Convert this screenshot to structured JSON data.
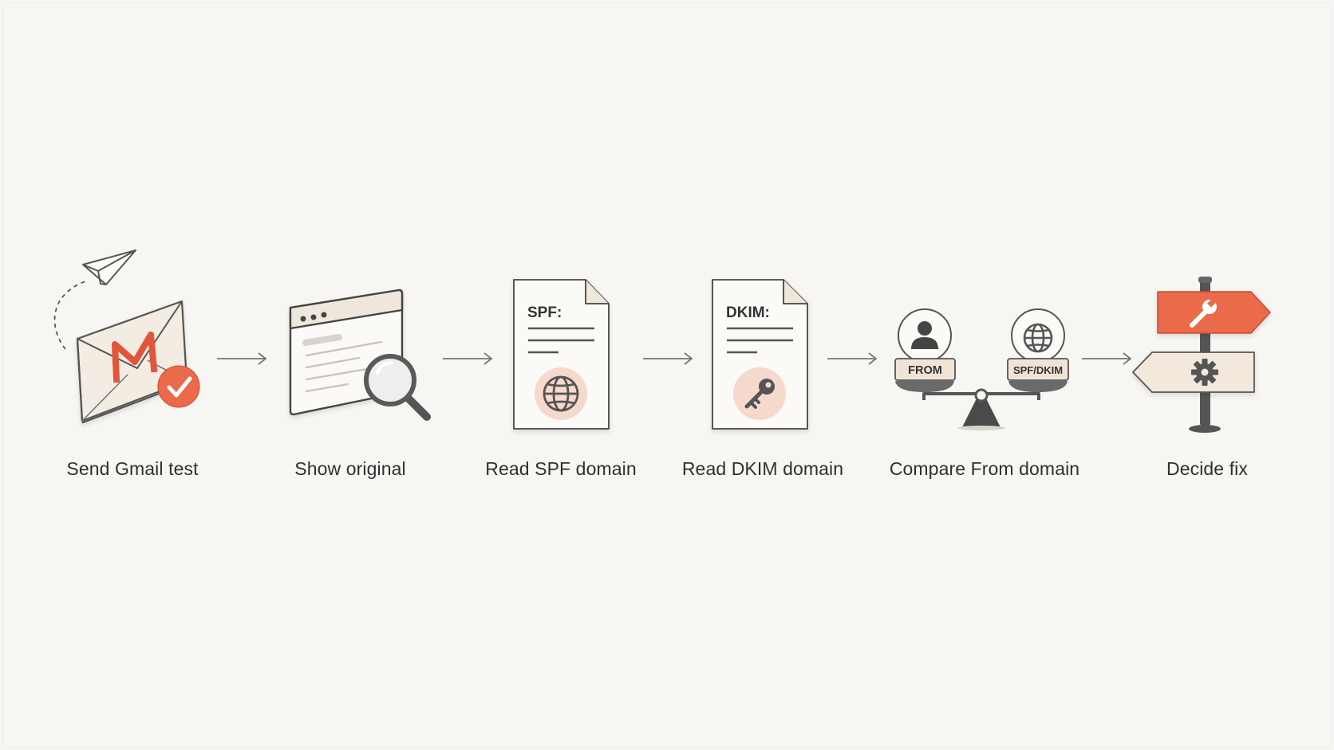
{
  "diagram": {
    "steps": [
      {
        "label": "Send Gmail test",
        "icon": "gmail-envelope-send-icon"
      },
      {
        "label": "Show original",
        "icon": "browser-magnifier-icon"
      },
      {
        "label": "Read SPF domain",
        "icon": "spf-document-globe-icon",
        "doc_heading": "SPF:"
      },
      {
        "label": "Read DKIM domain",
        "icon": "dkim-document-key-icon",
        "doc_heading": "DKIM:"
      },
      {
        "label": "Compare From domain",
        "icon": "balance-scale-icon",
        "left_tag": "FROM",
        "right_tag": "SPF/DKIM"
      },
      {
        "label": "Decide fix",
        "icon": "signpost-icon"
      }
    ],
    "connector": "arrow-right",
    "colors": {
      "background": "#f8f6f3",
      "accent": "#ea6a4a",
      "accent_soft": "#f6d9cd",
      "line": "#444444",
      "paper": "#fbfaf7",
      "text": "#2f2f2f"
    }
  }
}
